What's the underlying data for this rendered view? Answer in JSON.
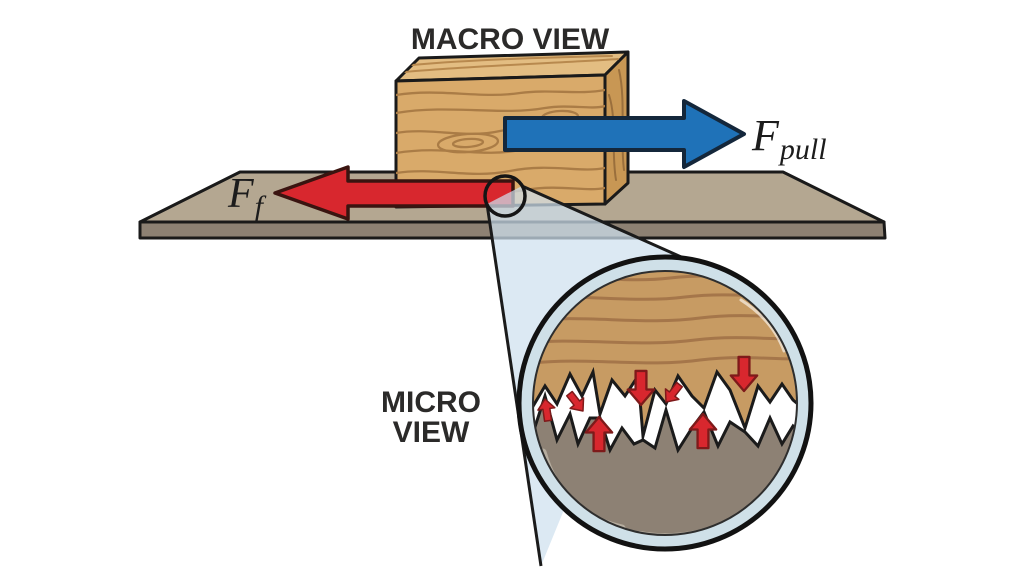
{
  "macro": {
    "title": "MACRO VIEW",
    "pull_force_symbol": "F",
    "pull_force_subscript": "pull",
    "friction_force_symbol": "F",
    "friction_force_subscript": "f"
  },
  "micro": {
    "title_line1": "MICRO",
    "title_line2": "VIEW"
  },
  "colors": {
    "text": "#2b2a29",
    "pull_arrow": "#1f72b8",
    "friction_arrow": "#d8272e",
    "wood_front": "#d9aa6a",
    "wood_top": "#e3bd82",
    "wood_side": "#c89754",
    "wood_grain": "#aa7c46",
    "table_top": "#b4a791",
    "table_front": "#8d8173",
    "beam_fill": "#cfe1ee",
    "lens_rim": "#cfe0e8",
    "micro_wood": "#c79b63",
    "micro_wood_grain": "#a5764a",
    "micro_surface": "#8d8174",
    "micro_gap": "#ffffff",
    "contact_arrow": "#d8272e"
  }
}
